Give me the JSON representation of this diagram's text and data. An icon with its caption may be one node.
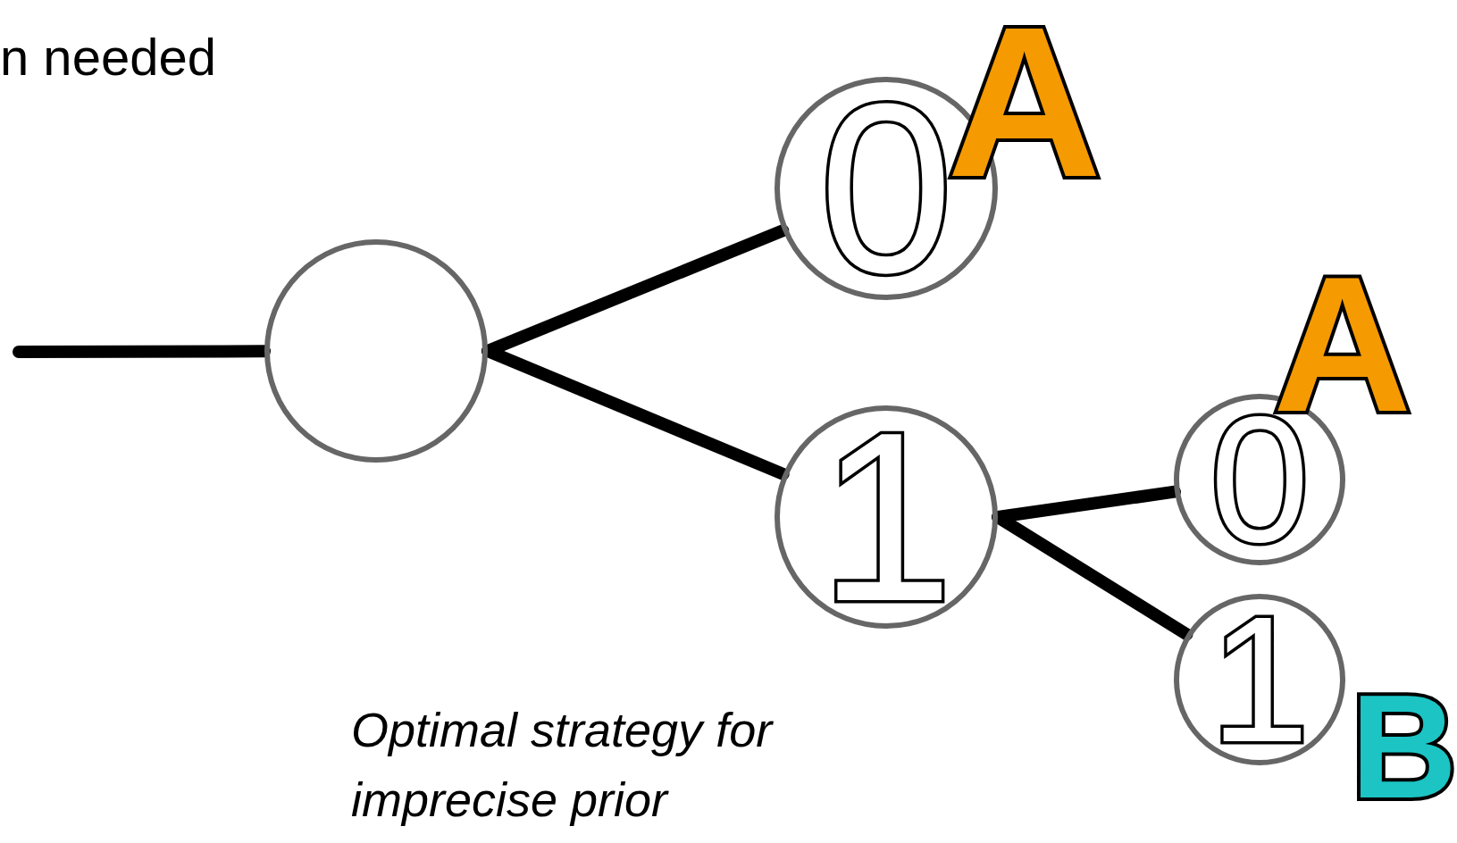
{
  "diagram": {
    "nodes": [
      {
        "text": [],
        "shape": "circle"
      },
      {
        "text": [
          "0"
        ],
        "beside": [
          "A"
        ]
      },
      {
        "text": [
          "1"
        ]
      },
      {
        "text": [
          "0"
        ],
        "beside": [
          "A"
        ]
      },
      {
        "text": [
          "1"
        ],
        "beside": [
          "B"
        ]
      }
    ],
    "edges": [
      {
        "from": null,
        "to": 0,
        "arrow": "none"
      },
      {
        "from": 0,
        "to": 1,
        "arrow": "none"
      },
      {
        "from": 0,
        "to": 2,
        "arrow": "none"
      },
      {
        "from": 2,
        "to": 3,
        "arrow": "none"
      },
      {
        "from": 2,
        "to": 4,
        "arrow": "none"
      }
    ],
    "labels": [
      "n needed",
      "Optimal strategy for imprecise prior"
    ]
  }
}
